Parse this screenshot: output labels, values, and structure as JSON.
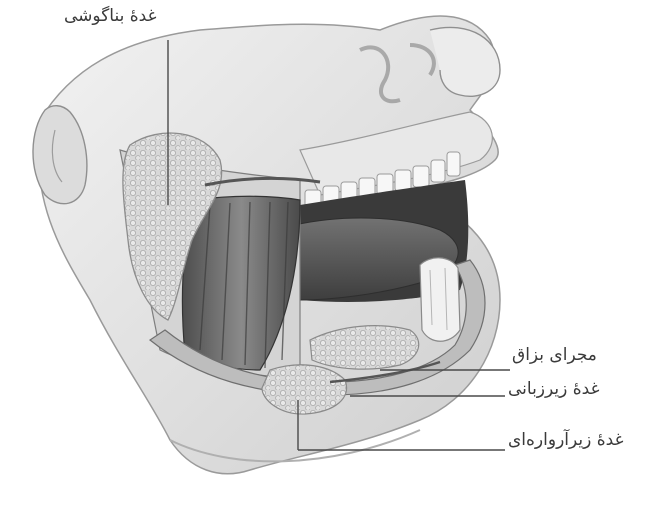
{
  "figure": {
    "labels": {
      "parotid": "غدهٔ بناگوشی",
      "salivary_duct": "مجرای بزاق",
      "sublingual": "غدهٔ زیرزبانی",
      "submandibular": "غدهٔ زیرآرواره‌ای"
    }
  },
  "colors": {
    "skin": "#e6e6e6",
    "skin_shadow": "#bdbdbd",
    "muscle": "#6a6a6a",
    "tongue": "#5c5c5c",
    "gland": "#cfcfcf",
    "teeth": "#f7f7f7",
    "leader_line": "#4a4a4a"
  }
}
